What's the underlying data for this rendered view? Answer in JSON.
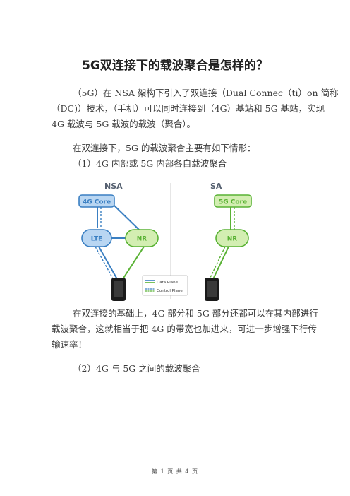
{
  "doc": {
    "title": "5G双连接下的载波聚合是怎样的？",
    "para1": [
      "（5G）在 NSA 架构下引入了双连接（Dual Connec（ti）on 简称",
      "（DC)）技术，（手机）可以同时连接到（4G）基站和 5G 基站，实现",
      "4G 载波与 5G 载波的载波（聚合）。"
    ],
    "para2": "在双连接下，5G 的载波聚合主要有如下情形：",
    "item1": "（1）4G 内部或 5G 内部各自载波聚合",
    "para3": [
      "在双连接的基础上，4G 部分和 5G 部分还都可以在其内部进行",
      "载波聚合，这就相当于把 4G 的带宽也加进来，可进一步增强下行传",
      "输速率！"
    ],
    "item2": "（2）4G 与 5G 之间的载波聚合",
    "footer": "第 1 页 共 4 页"
  },
  "diagram": {
    "nsa_label": "NSA",
    "sa_label": "SA",
    "nsa_core": "4G Core",
    "sa_core": "5G Core",
    "lte": "LTE",
    "nr_nsa": "NR",
    "nr_sa": "NR",
    "legend_data": "Data Plane",
    "legend_control": "Control Plane",
    "colors": {
      "blue_fill": "#b9d6f2",
      "blue_stroke": "#3a7fc2",
      "green_fill": "#d3eeb2",
      "green_stroke": "#59b234",
      "label_gray": "#556070"
    }
  }
}
